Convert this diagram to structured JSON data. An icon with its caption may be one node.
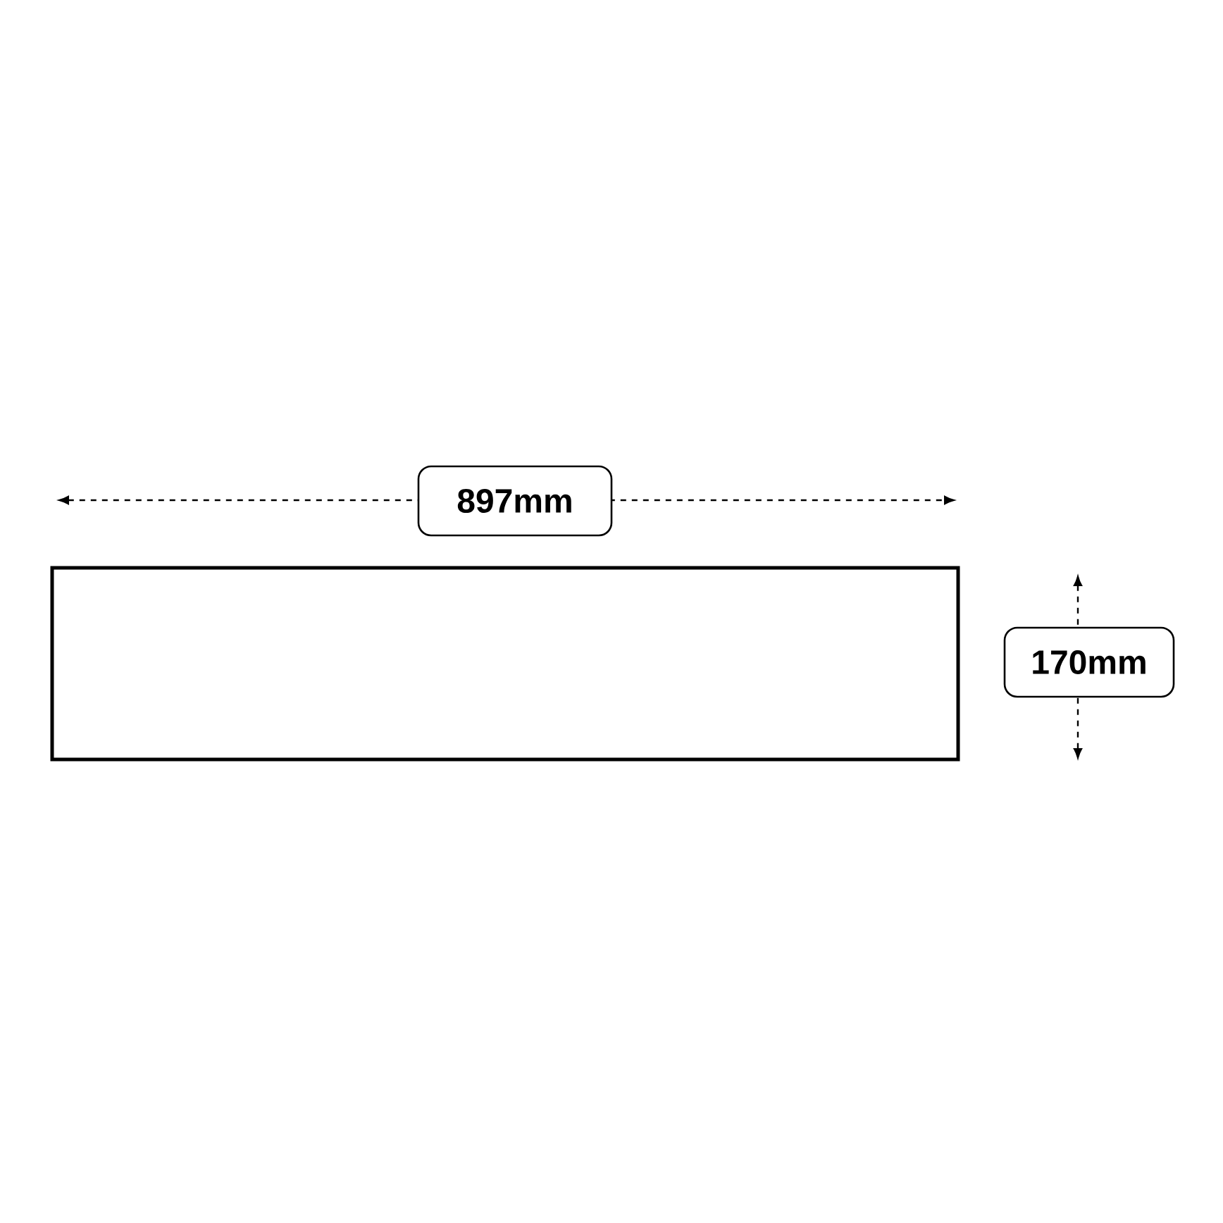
{
  "diagram": {
    "nodes": [
      {
        "text": [],
        "shape": "box"
      },
      {
        "text": [
          "897mm"
        ]
      },
      {
        "text": [
          "170mm"
        ]
      }
    ]
  }
}
